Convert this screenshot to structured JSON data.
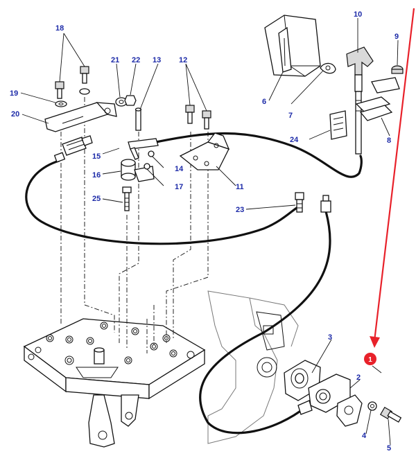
{
  "diagram": {
    "labels": {
      "1": "1",
      "2": "2",
      "3": "3",
      "4": "4",
      "5": "5",
      "6": "6",
      "7": "7",
      "8": "8",
      "9": "9",
      "10": "10",
      "11": "11",
      "12": "12",
      "13": "13",
      "14": "14",
      "15": "15",
      "16": "16",
      "17": "17",
      "18": "18",
      "19": "19",
      "20": "20",
      "21": "21",
      "22": "22",
      "23": "23",
      "24": "24",
      "25": "25"
    },
    "colors": {
      "label": "#1c2aa8",
      "highlight": "#e8212a",
      "line": "#111111"
    }
  }
}
